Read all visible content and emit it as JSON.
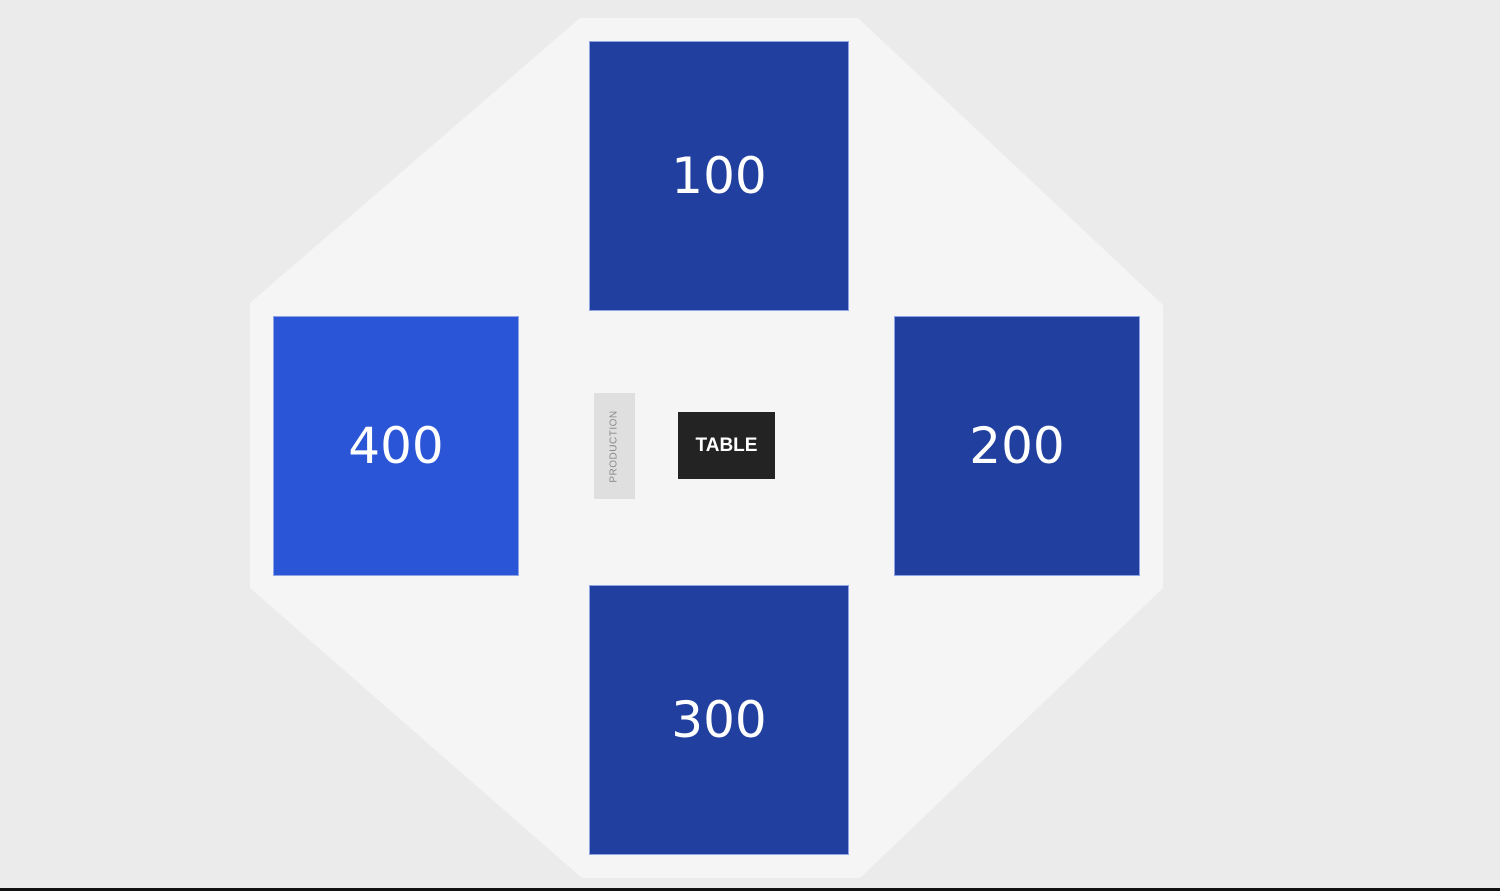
{
  "venue": {
    "background_color": "#ebebeb",
    "floor_color": "#f5f5f5",
    "sections": [
      {
        "label": "100",
        "color": "#203f9f"
      },
      {
        "label": "200",
        "color": "#203f9f"
      },
      {
        "label": "300",
        "color": "#203f9f"
      },
      {
        "label": "400",
        "color": "#2a55d6"
      }
    ],
    "production_label": "PRODUCTION",
    "table_label": "TABLE"
  }
}
